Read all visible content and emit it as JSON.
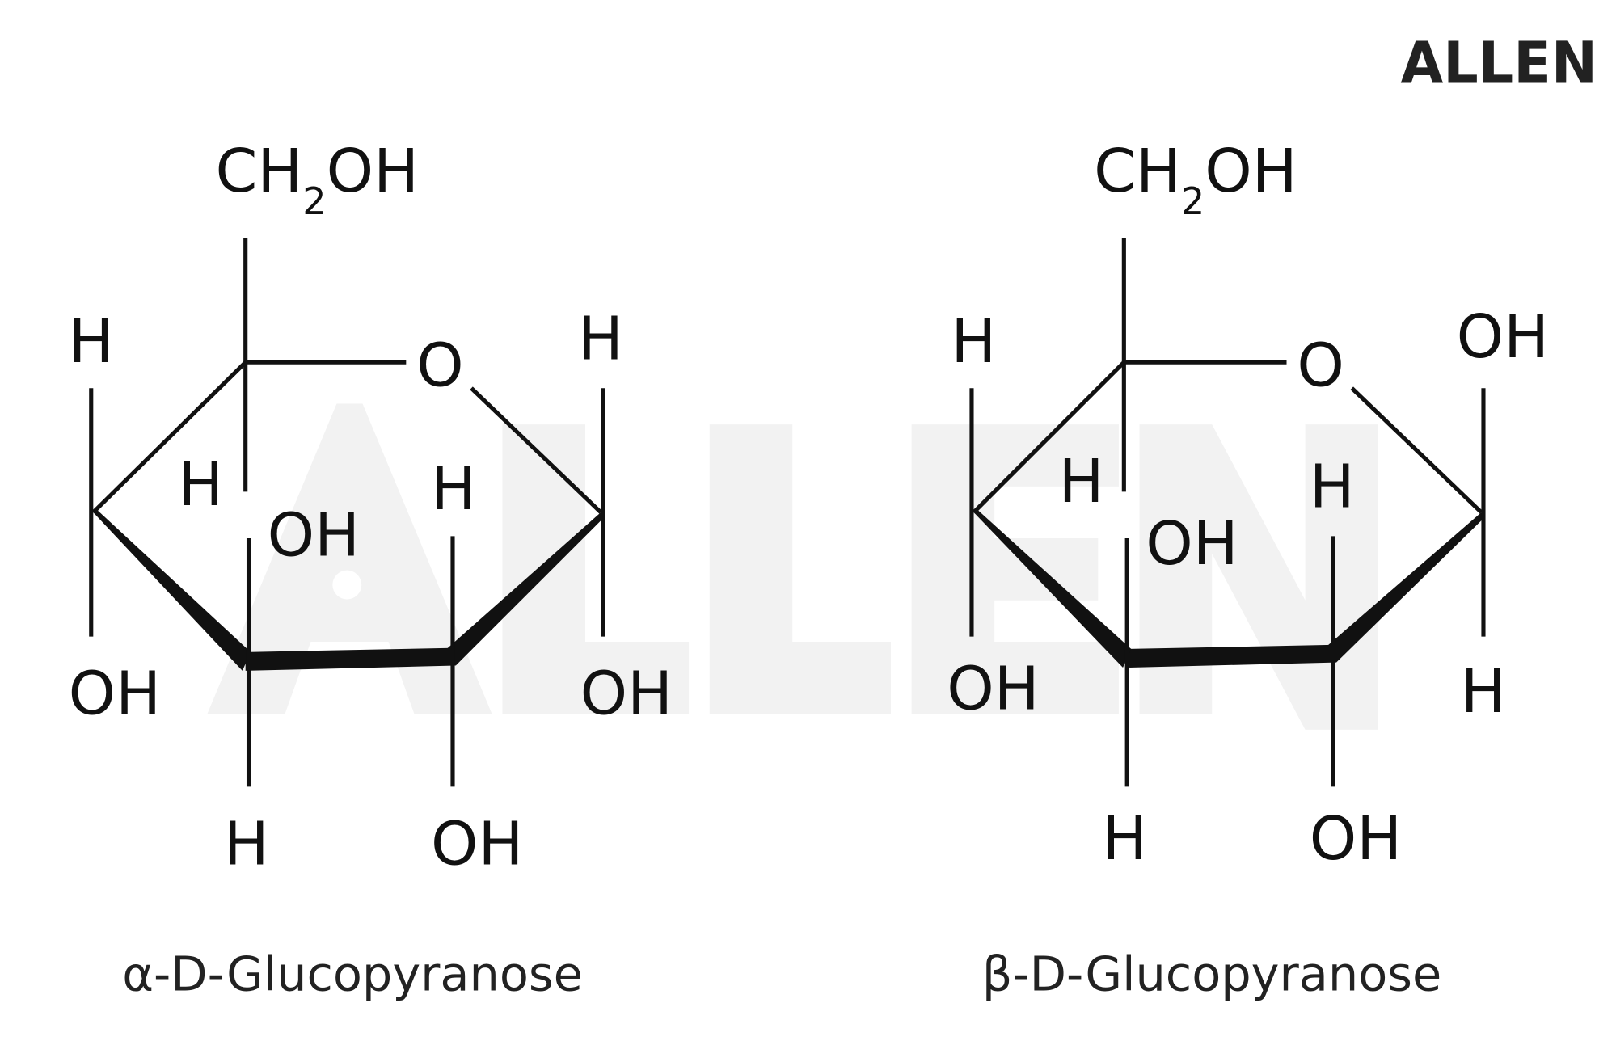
{
  "logo": "ALLEN",
  "watermark": "ALLEN",
  "alpha": {
    "caption": "α-D-Glucopyranose",
    "ch2oh": {
      "main1": "CH",
      "sub": "2",
      "main2": "OH"
    },
    "ring_o": "O",
    "c4_top": "H",
    "c4_bottom": "OH",
    "c5_down": "H",
    "c3_up": "OH",
    "c3_down": "H",
    "c2_up": "H",
    "c2_down": "OH",
    "c1_top": "H",
    "c1_bottom": "OH"
  },
  "beta": {
    "caption": "β-D-Glucopyranose",
    "ch2oh": {
      "main1": "CH",
      "sub": "2",
      "main2": "OH"
    },
    "ring_o": "O",
    "c4_top": "H",
    "c4_bottom": "OH",
    "c5_down": "H",
    "c3_up": "OH",
    "c3_down": "H",
    "c2_up": "H",
    "c2_down": "OH",
    "c1_top": "OH",
    "c1_bottom": "H"
  }
}
